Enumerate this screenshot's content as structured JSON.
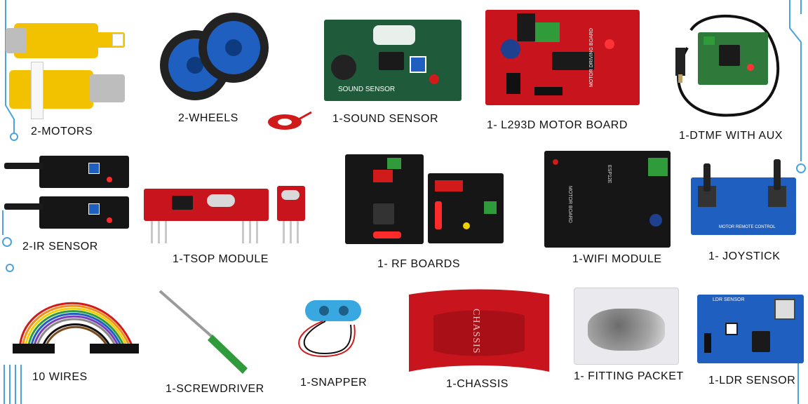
{
  "items": [
    {
      "label": "2-MOTORS"
    },
    {
      "label": "2-WHEELS"
    },
    {
      "label": "1-SOUND SENSOR"
    },
    {
      "label": "1- L293D MOTOR BOARD"
    },
    {
      "label": "1-DTMF WITH AUX"
    },
    {
      "label": "2-IR SENSOR"
    },
    {
      "label": "1-TSOP MODULE"
    },
    {
      "label": "1- RF BOARDS"
    },
    {
      "label": "1-WIFI MODULE"
    },
    {
      "label": "1- JOYSTICK"
    },
    {
      "label": "10 WIRES"
    },
    {
      "label": "1-SCREWDRIVER"
    },
    {
      "label": "1-SNAPPER"
    },
    {
      "label": "1-CHASSIS"
    },
    {
      "label": "1- FITTING PACKET"
    },
    {
      "label": "1-LDR SENSOR"
    }
  ],
  "board_text": {
    "sound": "SOUND SENSOR",
    "motor": "MOTOR DRIVING BOARD",
    "wifi": "MOTOR BOARD",
    "wifi_chip": "ESP12E",
    "joystick": "MOTOR REMOTE CONTROL",
    "ldr": "LDR SENSOR",
    "chassis": "CHASSIS"
  },
  "colors": {
    "circuit_line": "#4aa3df",
    "motor_yellow": "#f2c200",
    "wheel_blue": "#1f5fbf",
    "pcb_green": "#1f5a3a",
    "pcb_red": "#c8141c",
    "pcb_black": "#1a1a1a",
    "pcb_blue": "#1f5fbf"
  }
}
